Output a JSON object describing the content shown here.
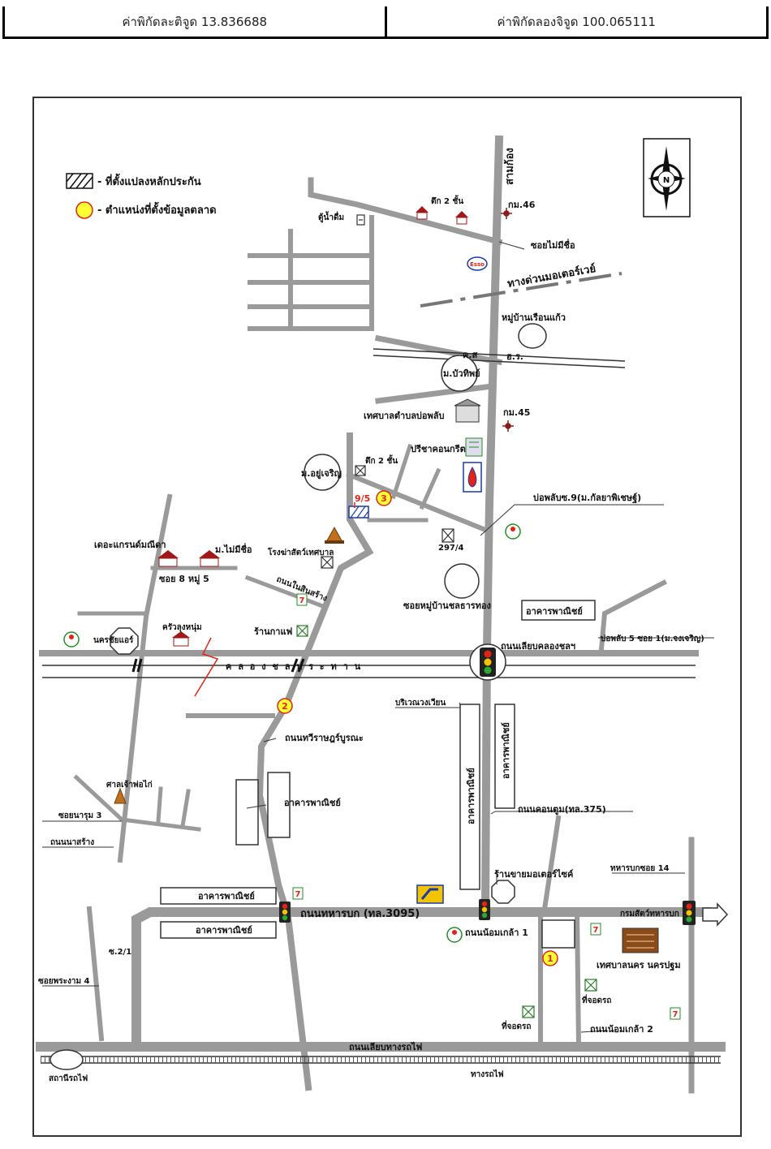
{
  "header": {
    "latitude": "ค่าพิกัดละติจูด 13.836688",
    "longitude": "ค่าพิกัดลองจิจูด 100.065111"
  },
  "legend": {
    "collateral": "- ที่ตั้งแปลงหลักประกัน",
    "market_data": "- ตำแหน่งที่ตั้งข้อมูลตลาด"
  },
  "compass": {
    "north": "N"
  },
  "markers": {
    "m1": "1",
    "m2": "2",
    "m3": "3",
    "collateral_no": "9/5"
  },
  "labels": {
    "sam_kong": "สามก้อง",
    "km46": "กม.46",
    "km45": "กม.45",
    "tuk2_a": "ตึก 2 ชั้น",
    "tuk2_b": "ตึก 2 ชั้น",
    "atm": "ตู้น้ำดื่ม",
    "soi_mai_mi_chue": "ซอยไม่มีชื่อ",
    "esso": "Esso",
    "motorway": "ทางด่วนมอเตอร์เวย์",
    "muban_ruean_kaeo": "หมู่บ้านเรือนแก้ว",
    "rail_top_a": "ค.ส",
    "rail_top_b": "ฮ.ร.",
    "mu_buathip": "ม.บัวทิพย์",
    "thesaban_pho": "เทศบาลตำบลบ่อพลับ",
    "preecha": "ปรีชาคอนกรีต",
    "m_yu_charoen": "ม.อยู่เจริญ",
    "pho_phlap_9": "บ่อพลับซ.9(ม.กัลยาพิเชษฐ์)",
    "n297": "297/4",
    "grand": "เดอะแกรนด์มณีดา",
    "mu_mai_mi_chue": "ม.ไม่มีชื่อ",
    "soi8": "ซอย 8 หมู่ 5",
    "slaughter": "โรงฆ่าสัตว์เทศบาล",
    "thanon_sin": "ถนนในสินสร้าง",
    "soi_muban_chon": "ซอยหมู่บ้านชลธารทอง",
    "arkarn_r": "อาคารพาณิชย์",
    "pho_phlap_5": "บ่อพลับ 5 ซอย 1(ม.จงเจริญ)",
    "thanon_liap_khlong": "ถนนเลียบคลองชลฯ",
    "nakhon_chai": "นครชัยแอร์",
    "krua": "ครัวลุงหนุ่ม",
    "cafe": "ร้านกาแฟ",
    "canal": "ค ล อ ง ช ล ป ร ะ ท า น",
    "wongwian": "บริเวณวงเวียน",
    "thawi": "ถนนทวีราษฎร์บูรณะ",
    "saan": "ศาลเจ้าพ่อไก่",
    "soi_narum": "ซอยนารุม 3",
    "thanon_na_sang": "ถนนนาสร้าง",
    "arkarn_mid": "อาคารพาณิชย์",
    "arkarn_v1": "อาคารพาณิชย์",
    "arkarn_v2": "อาคารพาณิชย์",
    "khontum": "ถนนคอนตูม(ทล.375)",
    "motorcycle": "ร้านขายมอเตอร์ไซค์",
    "thahan_14": "ทหารบกซอย 14",
    "arkarn_b1": "อาคารพาณิชย์",
    "arkarn_b2": "อาคารพาณิชย์",
    "thanon_thahan": "ถนนทหารบก (ทล.3095)",
    "krom": "กรมสัตว์ทหารบก",
    "nong_kla1": "ถนนน้อมเกล้า 1",
    "s21": "ซ.2/1",
    "soi_phra": "ซอยพระงาม 4",
    "thesaban_nakhon": "เทศบาลนคร นครปฐม",
    "parking1": "ที่จอดรถ",
    "parking2": "ที่จอดรถ",
    "nong_kla2": "ถนนน้อมเกล้า 2",
    "thanon_rot_fai": "ถนนเลียบทางรถไฟ",
    "station": "สถานีรถไฟ",
    "rail": "ทางรถไฟ"
  },
  "colors": {
    "road": "#9a9a9a",
    "marker_fill": "#ffff33",
    "marker_stroke": "#e2231a",
    "traffic_red": "#e2231a",
    "traffic_yellow": "#f5c400",
    "traffic_green": "#2aa834"
  }
}
